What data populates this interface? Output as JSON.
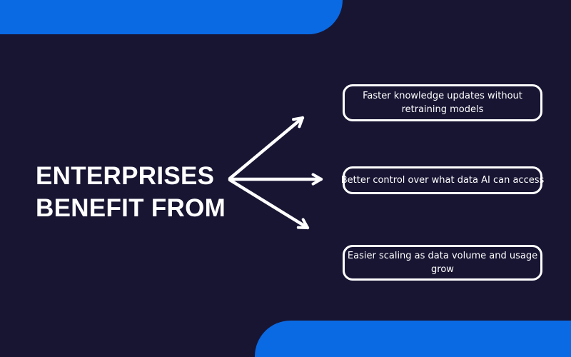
{
  "theme": {
    "background_color": "#181533",
    "accent_color": "#0a6ae4",
    "text_color": "#ffffff"
  },
  "title": {
    "text": "ENTERPRISES BENEFIT FROM"
  },
  "benefits": [
    {
      "label": "Faster knowledge updates without retraining models",
      "lines": [
        "Faster knowledge updates without",
        "retraining models"
      ]
    },
    {
      "label": "Better control over what data AI can access",
      "lines": [
        "Better control over what data AI can access",
        ""
      ]
    },
    {
      "label": "Easier scaling as data volume and usage grow",
      "lines": [
        "Easier scaling as data volume and usage",
        "grow"
      ]
    }
  ]
}
